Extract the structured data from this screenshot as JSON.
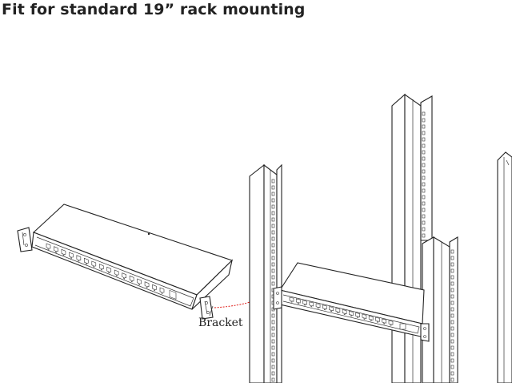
{
  "header": {
    "title": "Fit for standard 19” rack mounting"
  },
  "diagram": {
    "callout_label": "Bracket",
    "arrow_color": "#e0201c",
    "line_color": "#222222",
    "loose_switch_ports": 16,
    "mounted_switch_ports": 16
  }
}
